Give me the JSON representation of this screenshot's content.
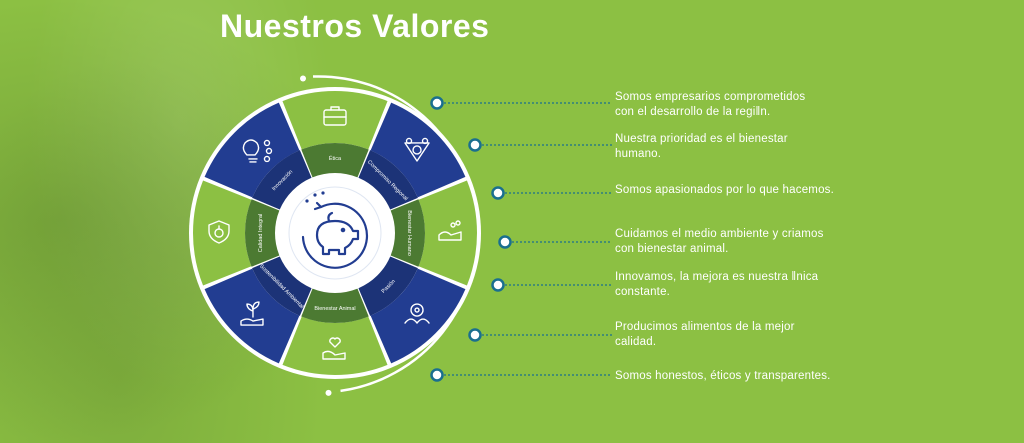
{
  "title": "Nuestros Valores",
  "values": [
    {
      "text": "Somos empresarios comprometidos\ncon el desarrollo de la regi‖n.",
      "icon": "handshake-group-icon",
      "ring_label": "Compromiso Regional"
    },
    {
      "text": "Nuestra prioridad es el bienestar\nhumano.",
      "icon": "hand-care-icon",
      "ring_label": "Bienestar Humano"
    },
    {
      "text": "Somos apasionados por lo que hacemos.",
      "icon": "team-gear-icon",
      "ring_label": "Pasión"
    },
    {
      "text": "Cuidamos el medio ambiente y criamos\ncon bienestar animal.",
      "icon": "heart-hand-icon",
      "ring_label": "Bienestar Animal"
    },
    {
      "text": "Innovamos, la mejora es nuestra ‖nica\nconstante.",
      "icon": "plant-hand-icon",
      "ring_label": "Sostenibilidad Ambiental"
    },
    {
      "text": "Producimos alimentos de la mejor\ncalidad.",
      "icon": "apple-shield-icon",
      "ring_label": "Calidad Integral"
    },
    {
      "text": "Somos honestos, éticos y transparentes.",
      "icon": "lightbulb-gears-icon",
      "ring_label": "Innovación"
    }
  ],
  "top_icon": "briefcase-icon",
  "top_ring_label": "Ética",
  "center_icon": "piggy-bank-icon",
  "colors": {
    "green": "#8cc043",
    "navy": "#223d91",
    "dark_green": "#4c7a32",
    "white": "#ffffff"
  }
}
